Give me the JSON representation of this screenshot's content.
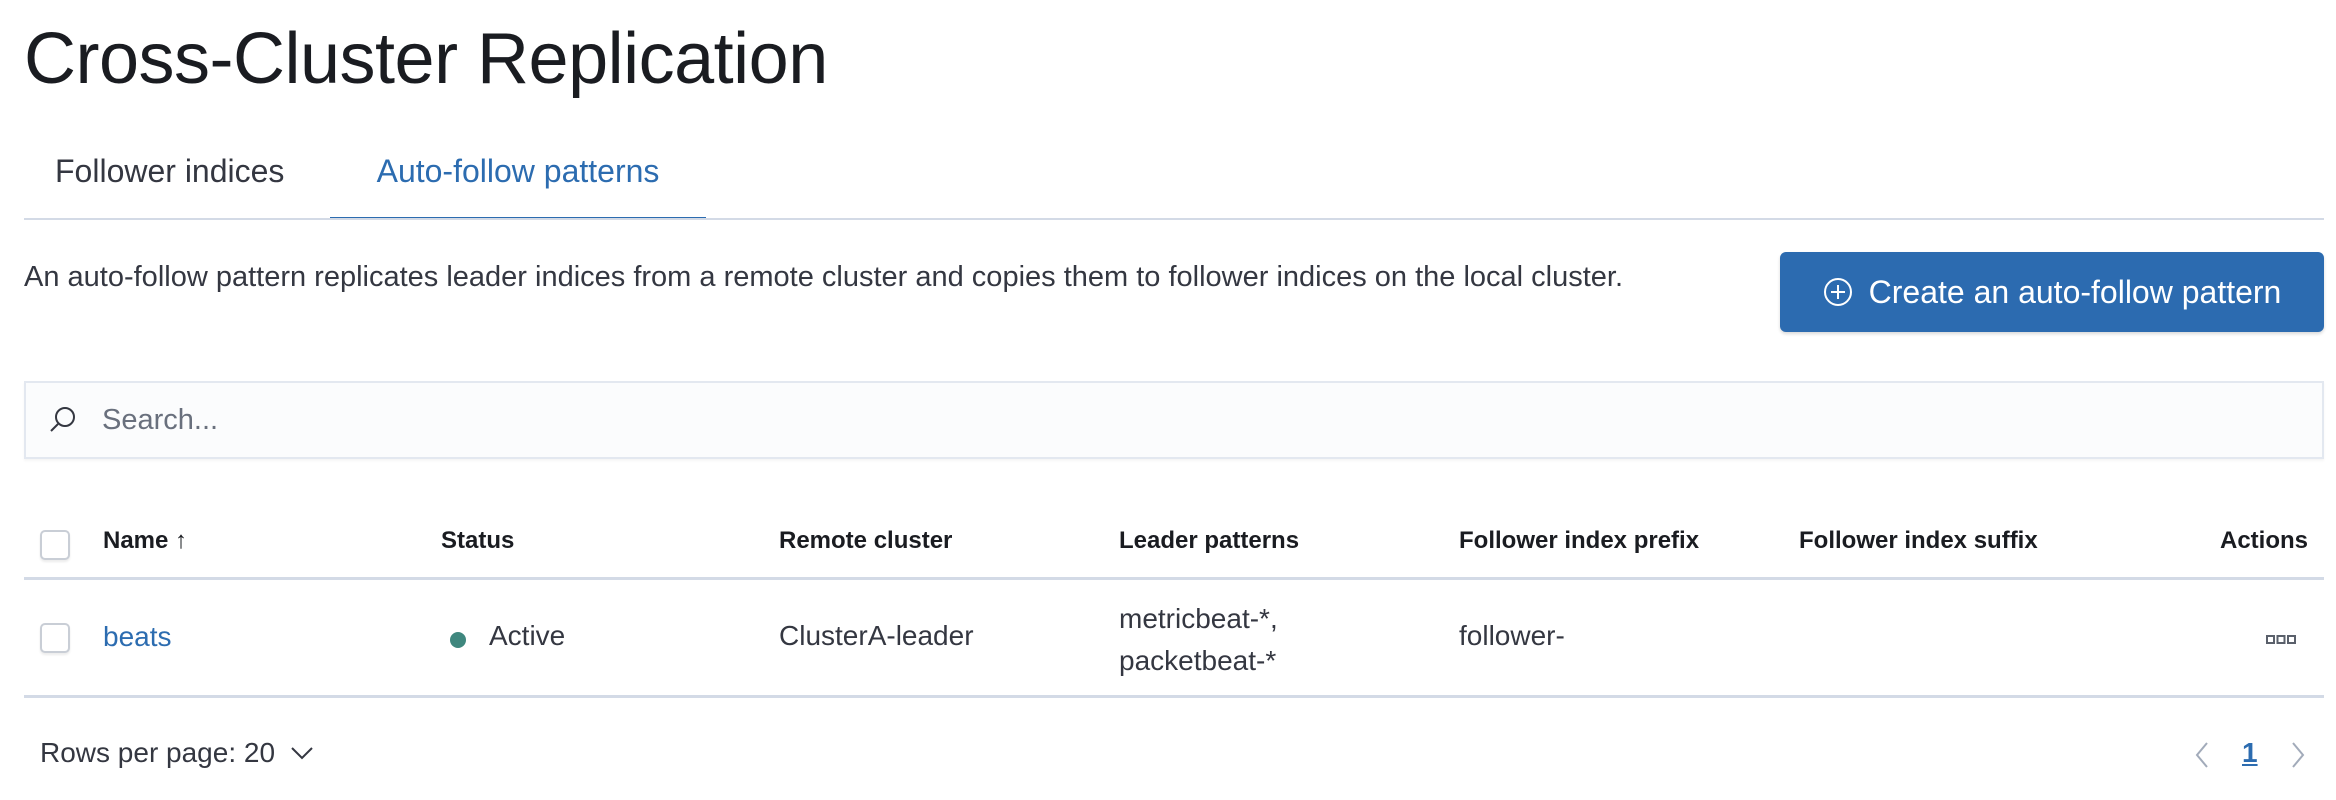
{
  "page": {
    "title": "Cross-Cluster Replication"
  },
  "tabs": [
    {
      "label": "Follower indices",
      "selected": false
    },
    {
      "label": "Auto-follow patterns",
      "selected": true
    }
  ],
  "description": "An auto-follow pattern replicates leader indices from a remote cluster and copies them to follower indices on the local cluster.",
  "create_button": {
    "label": "Create an auto-follow pattern",
    "icon": "plus-in-circle-icon"
  },
  "search": {
    "placeholder": "Search...",
    "value": "",
    "icon": "search-icon"
  },
  "table": {
    "columns": [
      "Name",
      "Status",
      "Remote cluster",
      "Leader patterns",
      "Follower index prefix",
      "Follower index suffix",
      "Actions"
    ],
    "sort": {
      "column": "Name",
      "direction": "ascending"
    },
    "rows": [
      {
        "name": "beats",
        "status": "Active",
        "status_color": "#3f877e",
        "remote_cluster": "ClusterA-leader",
        "leader_patterns": [
          "metricbeat-*,",
          "packetbeat-*"
        ],
        "prefix": "follower-",
        "suffix": ""
      }
    ]
  },
  "footer": {
    "rows_per_page": "Rows per page: 20",
    "current_page": "1"
  },
  "colors": {
    "accent": "#2c6bb0",
    "border": "#d3dae6"
  }
}
